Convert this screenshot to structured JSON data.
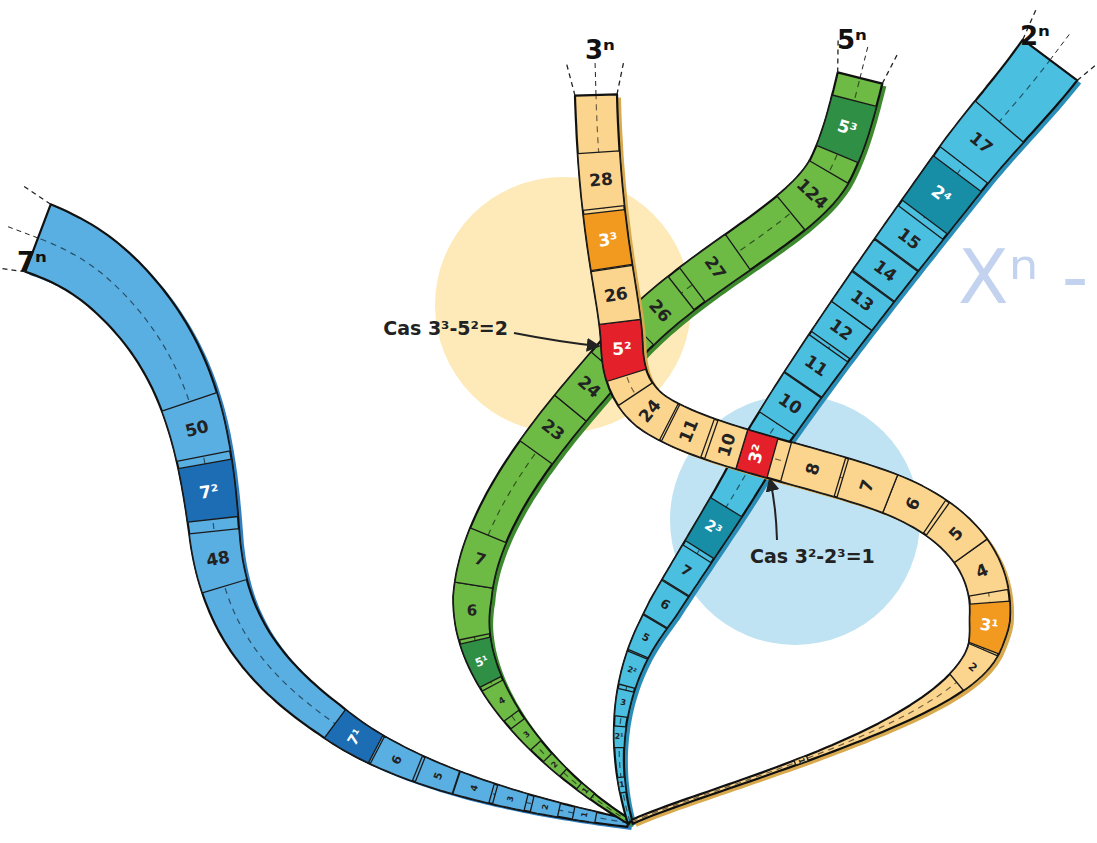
{
  "diagram": {
    "labels": [
      "7ⁿ",
      "3ⁿ",
      "5ⁿ",
      "2ⁿ",
      "Xⁿ -",
      "28",
      "3³",
      "26",
      "5²",
      "24",
      "11",
      "10",
      "3²",
      "8",
      "7",
      "6",
      "5",
      "4",
      "3¹",
      "2",
      "1",
      "Cas 3³-5²=2",
      "Cas 3²-2³=1",
      "5³",
      "124",
      "27",
      "26",
      "24",
      "23",
      "7",
      "6",
      "5¹",
      "4",
      "3",
      "2",
      "1",
      "17",
      "2⁴",
      "15",
      "14",
      "13",
      "12",
      "11",
      "10",
      "2³",
      "7",
      "6",
      "5",
      "2²",
      "3",
      "2¹",
      "1",
      "50",
      "7²",
      "48",
      "7¹",
      "6",
      "5",
      "4",
      "3",
      "2",
      "1"
    ]
  }
}
